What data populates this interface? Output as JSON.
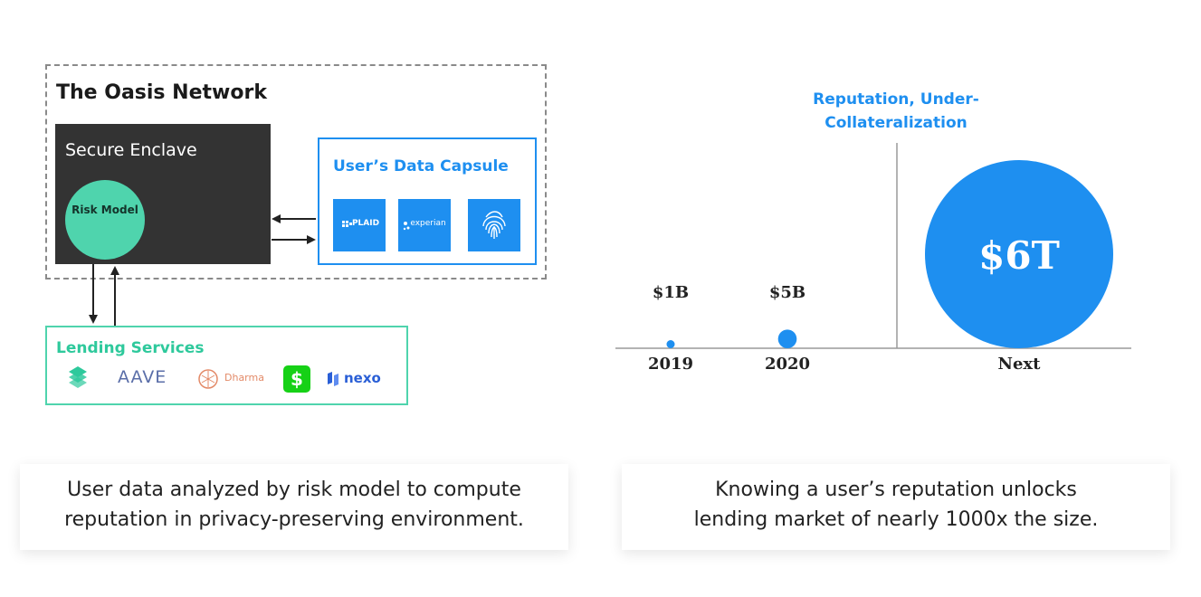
{
  "oasis": {
    "title": "The Oasis Network",
    "enclave_title": "Secure Enclave",
    "risk_model_label": "Risk Model"
  },
  "capsule": {
    "title": "User’s Data Capsule",
    "tiles": [
      "PLAID",
      "experian"
    ]
  },
  "lending": {
    "title": "Lending Services",
    "logos": {
      "aave": "AAVE",
      "dharma": "Dharma",
      "cash": "$",
      "nexo": "nexo"
    }
  },
  "icons": {
    "plaid": "plaid-logo-icon",
    "experian": "experian-logo-icon",
    "fingerprint": "fingerprint-icon",
    "compound": "compound-logo-icon",
    "dharma": "dharma-logo-icon",
    "cash": "cash-app-logo-icon",
    "nexo": "nexo-logo-icon"
  },
  "colors": {
    "accent_blue": "#1e8ff0",
    "accent_green": "#4fd4ad",
    "enclave": "#333333"
  },
  "chart_data": {
    "type": "bubble",
    "title": "Reputation, Under-Collateralization",
    "categories": [
      "2019",
      "2020",
      "Next"
    ],
    "values": [
      1,
      5,
      6000
    ],
    "value_labels": [
      "$1B",
      "$5B",
      "$6T"
    ],
    "unit": "billions USD"
  },
  "captions": {
    "left": "User data analyzed by risk model to compute reputation in privacy-preserving environment.",
    "right": "Knowing a user’s reputation unlocks lending market of nearly 1000x the size."
  }
}
